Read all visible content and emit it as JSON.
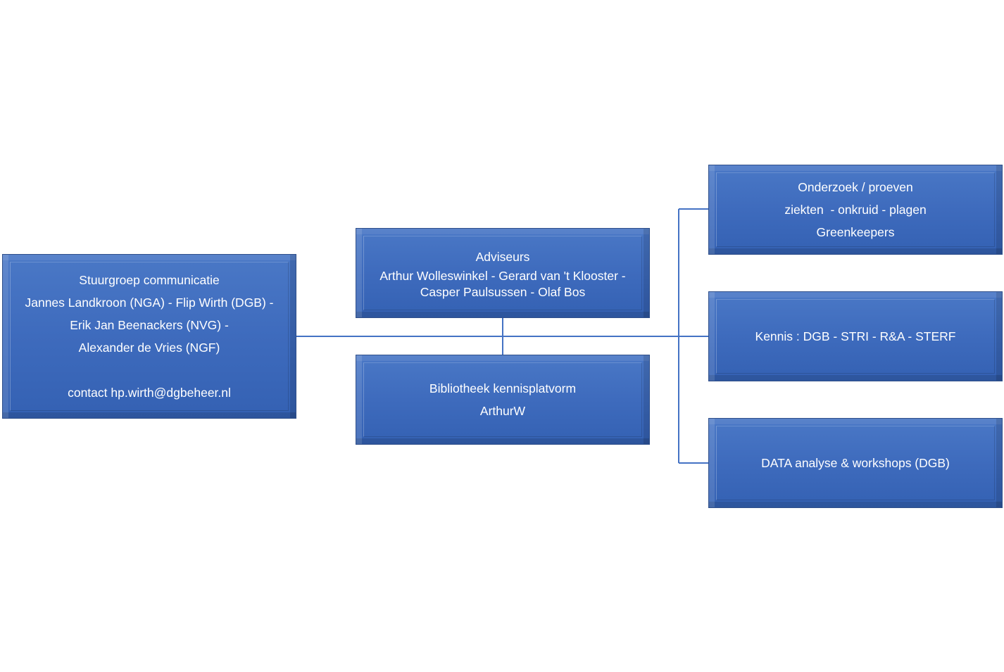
{
  "nodes": {
    "stuurgroep": {
      "title": "Stuurgroep communicatie",
      "line1": "Jannes Landkroon (NGA) - Flip Wirth (DGB) -",
      "line2": "Erik Jan Beenackers (NVG) -",
      "line3": "Alexander de Vries (NGF)",
      "contact": "contact hp.wirth@dgbeheer.nl"
    },
    "adviseurs": {
      "title": "Adviseurs",
      "line1": "Arthur Wolleswinkel - Gerard van 't Klooster -",
      "line2": "Casper Paulsussen - Olaf Bos"
    },
    "bibliotheek": {
      "title": "Bibliotheek kennisplatvorm",
      "line1": "ArthurW"
    },
    "onderzoek": {
      "title": "Onderzoek / proeven",
      "line1": "ziekten  - onkruid - plagen",
      "line2": "Greenkeepers"
    },
    "kennis": {
      "title": "Kennis : DGB - STRI - R&A - STERF"
    },
    "data": {
      "title": "DATA analyse & workshops (DGB)"
    }
  },
  "colors": {
    "box_fill": "#3f6cbe",
    "box_border": "#2f4f8a",
    "connector": "#4472c4",
    "text": "#ffffff",
    "background": "#ffffff"
  }
}
